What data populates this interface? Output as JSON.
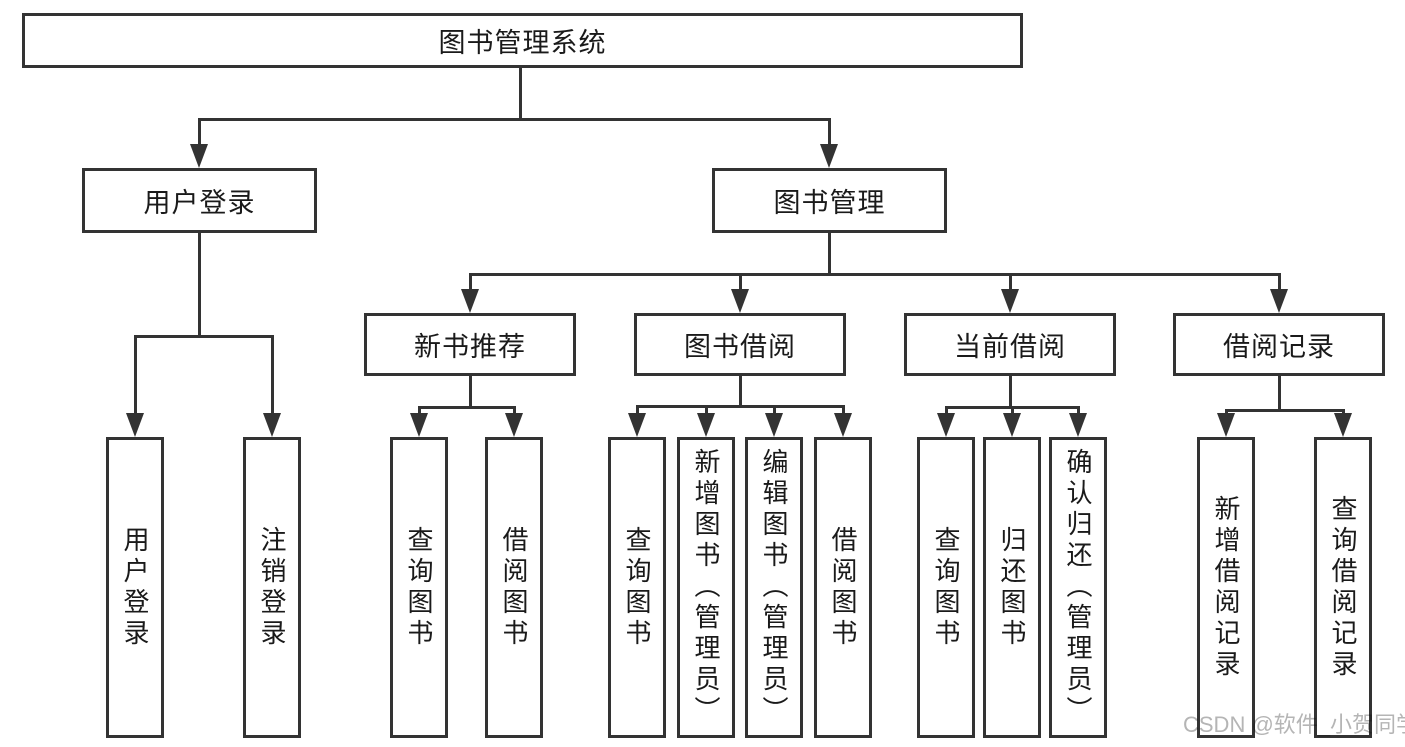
{
  "tree": {
    "label": "图书管理系统",
    "children": [
      {
        "label": "用户登录",
        "children": [
          {
            "label": "用户登录"
          },
          {
            "label": "注销登录"
          }
        ]
      },
      {
        "label": "图书管理",
        "children": [
          {
            "label": "新书推荐",
            "children": [
              {
                "label": "查询图书"
              },
              {
                "label": "借阅图书"
              }
            ]
          },
          {
            "label": "图书借阅",
            "children": [
              {
                "label": "查询图书"
              },
              {
                "label": "新增图书（管理员）"
              },
              {
                "label": "编辑图书（管理员）"
              },
              {
                "label": "借阅图书"
              }
            ]
          },
          {
            "label": "当前借阅",
            "children": [
              {
                "label": "查询图书"
              },
              {
                "label": "归还图书"
              },
              {
                "label": "确认归还（管理员）"
              }
            ]
          },
          {
            "label": "借阅记录",
            "children": [
              {
                "label": "新增借阅记录"
              },
              {
                "label": "查询借阅记录"
              }
            ]
          }
        ]
      }
    ]
  },
  "watermark": "CSDN @软件_小贺同学",
  "colors": {
    "line": "#333333",
    "text": "#1a1a1a",
    "watermark": "#b5b5b5",
    "background": "#ffffff",
    "box_fill": "#ffffff"
  }
}
